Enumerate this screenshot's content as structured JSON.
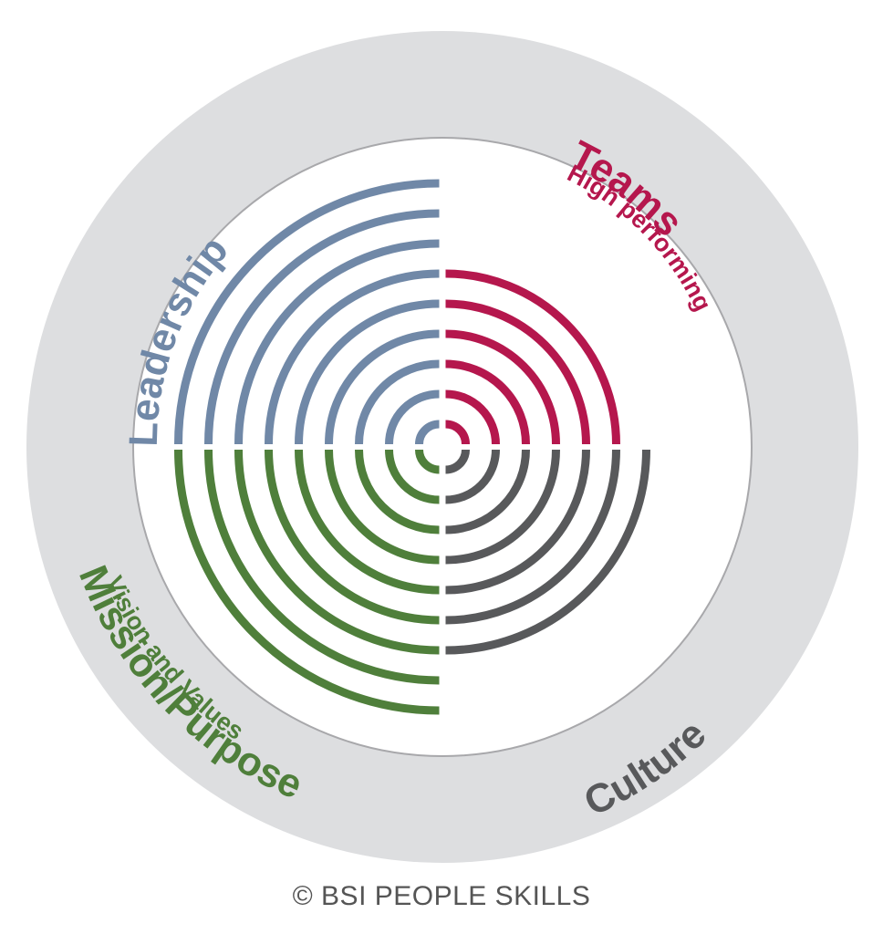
{
  "colors": {
    "outer_ring": "#dddee0",
    "inner_disc": "#ffffff",
    "inner_border": "#a8a8ab",
    "leadership": "#7088a7",
    "teams": "#b5174d",
    "culture": "#58595b",
    "mission": "#4f7f3b"
  },
  "labels": {
    "leadership": "Leadership",
    "teams": "Teams",
    "teams_sub": "High performing",
    "mission": "Mission/Purpose",
    "mission_sub": "Vision and Values",
    "culture": "Culture"
  },
  "quadrants": [
    {
      "id": "leadership",
      "arc_count": 9
    },
    {
      "id": "teams",
      "arc_count": 6
    },
    {
      "id": "culture",
      "arc_count": 7
    },
    {
      "id": "mission",
      "arc_count": 9
    }
  ],
  "footer": "© BSI PEOPLE SKILLS"
}
